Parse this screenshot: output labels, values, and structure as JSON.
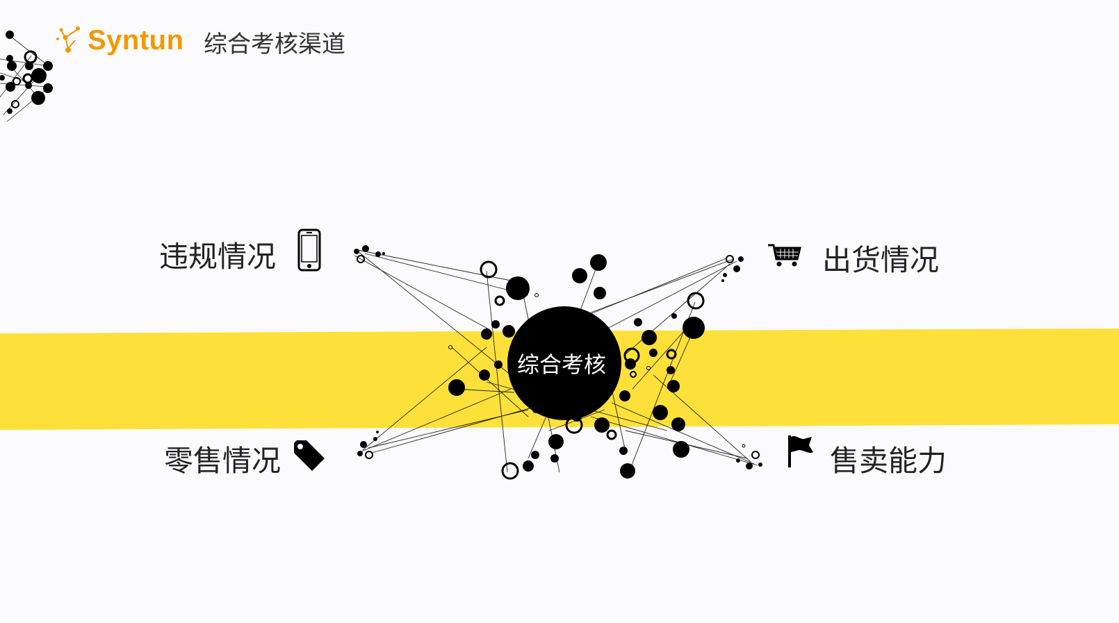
{
  "brand": {
    "name": "Syntun",
    "color": "#f39800"
  },
  "header": {
    "title": "综合考核渠道"
  },
  "center": {
    "label": "综合考核"
  },
  "items": {
    "violation": {
      "label": "违规情况",
      "icon": "smartphone-icon"
    },
    "shipment": {
      "label": "出货情况",
      "icon": "shopping-cart-icon"
    },
    "retail": {
      "label": "零售情况",
      "icon": "price-tag-icon"
    },
    "selling": {
      "label": "售卖能力",
      "icon": "flag-icon"
    }
  },
  "colors": {
    "band": "#fde13a",
    "ink": "#000000",
    "background": "#fbfbfd"
  }
}
